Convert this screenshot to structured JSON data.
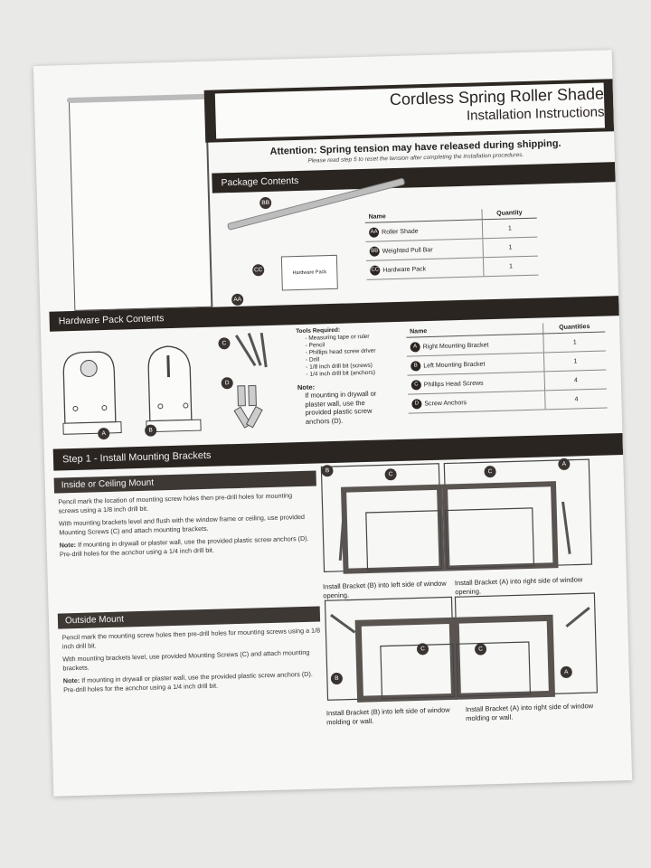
{
  "document": {
    "title": "Cordless Spring Roller Shade",
    "subtitle": "Installation Instructions",
    "attention": "Attention: Spring tension may have released during shipping.",
    "attention_note": "Please read step 5 to reset the tension after completing the installation procedures."
  },
  "package_contents": {
    "heading": "Package Contents",
    "hardware_pack_box_label": "Hardware Pack",
    "callouts": {
      "aa": "AA",
      "bb": "BB",
      "cc": "CC"
    },
    "table": {
      "headers": [
        "Name",
        "Quantity"
      ],
      "rows": [
        {
          "code": "AA",
          "name": "Roller Shade",
          "qty": "1"
        },
        {
          "code": "BB",
          "name": "Weighted Pull Bar",
          "qty": "1"
        },
        {
          "code": "CC",
          "name": "Hardware Pack",
          "qty": "1"
        }
      ]
    }
  },
  "hardware_pack": {
    "heading": "Hardware Pack Contents",
    "callouts": {
      "a": "A",
      "b": "B",
      "c": "C",
      "d": "D"
    },
    "tools_title": "Tools Required:",
    "tools": [
      "- Measuring tape or ruler",
      "- Pencil",
      "- Phillips head screw driver",
      "- Drill",
      "- 1/8 inch drill bit (screws)",
      "- 1/4 inch drill bit (anchors)"
    ],
    "note_title": "Note:",
    "note_text": "If mounting in drywall or plaster wall, use the provided plastic screw anchors (D).",
    "table": {
      "headers": [
        "Name",
        "Quantities"
      ],
      "rows": [
        {
          "code": "A",
          "name": "Right Mounting Bracket",
          "qty": "1"
        },
        {
          "code": "B",
          "name": "Left Mounting Bracket",
          "qty": "1"
        },
        {
          "code": "C",
          "name": "Phillips Head Screws",
          "qty": "4"
        },
        {
          "code": "D",
          "name": "Screw Anchors",
          "qty": "4"
        }
      ]
    }
  },
  "step1": {
    "heading": "Step 1 - Install Mounting Brackets",
    "inside": {
      "heading": "Inside or Ceiling Mount",
      "p1": "Pencil mark the location of mounting screw holes then pre-drill holes for mounting screws using a 1/8 inch drill bit.",
      "p2": "With mounting brackets level and flush with the window frame or ceiling, use provided Mounting Screws (C) and attach mounting brackets.",
      "note_label": "Note:",
      "note": "If mounting in drywall or plaster wall, use the provided plastic screw anchors (D). Pre-drill holes for the acnchor using a 1/4 inch drill bit.",
      "caption_left": "Install Bracket (B) into left side of window opening.",
      "caption_right": "Install Bracket (A) into right side of window opening."
    },
    "outside": {
      "heading": "Outside Mount",
      "p1": "Pencil mark the mounting screw holes then pre-drill holes for mounting screws using a 1/8 inch drill bit.",
      "p2": "With mounting brackets level, use provided Mounting Screws (C) and attach mounting brackets.",
      "note_label": "Note:",
      "note": "If mounting in drywall or plaster wall, use the provided plastic screw anchors (D). Pre-drill holes for the acnchor using a 1/4 inch drill bit.",
      "caption_left": "Install Bracket (B) into left side of window molding or wall.",
      "caption_right": "Install Bracket (A) into right side of window molding or wall."
    }
  },
  "colors": {
    "bar": "#2b2521",
    "paper": "#f7f7f5",
    "background": "#e9e9e7"
  }
}
